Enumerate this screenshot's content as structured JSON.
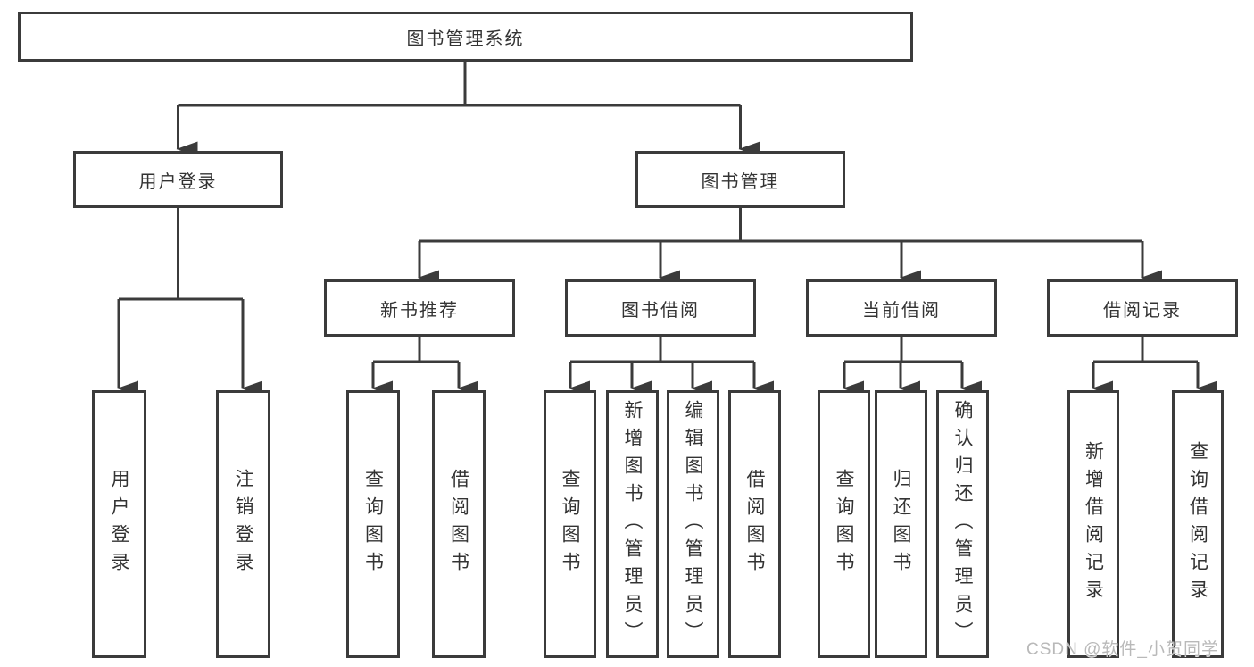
{
  "tree": {
    "label": "图书管理系统",
    "children": [
      {
        "label": "用户登录",
        "children": [
          {
            "label": "用户登录"
          },
          {
            "label": "注销登录"
          }
        ]
      },
      {
        "label": "图书管理",
        "children": [
          {
            "label": "新书推荐",
            "children": [
              {
                "label": "查询图书"
              },
              {
                "label": "借阅图书"
              }
            ]
          },
          {
            "label": "图书借阅",
            "children": [
              {
                "label": "查询图书"
              },
              {
                "label": "新增图书（管理员）"
              },
              {
                "label": "编辑图书（管理员）"
              },
              {
                "label": "借阅图书"
              }
            ]
          },
          {
            "label": "当前借阅",
            "children": [
              {
                "label": "查询图书"
              },
              {
                "label": "归还图书"
              },
              {
                "label": "确认归还（管理员）"
              }
            ]
          },
          {
            "label": "借阅记录",
            "children": [
              {
                "label": "新增借阅记录"
              },
              {
                "label": "查询借阅记录"
              }
            ]
          }
        ]
      }
    ]
  },
  "watermark": "CSDN @软件_小贺同学",
  "colors": {
    "line": "#3b3b3b",
    "text": "#333333",
    "watermark": "#b9b9b9",
    "background": "#ffffff"
  }
}
